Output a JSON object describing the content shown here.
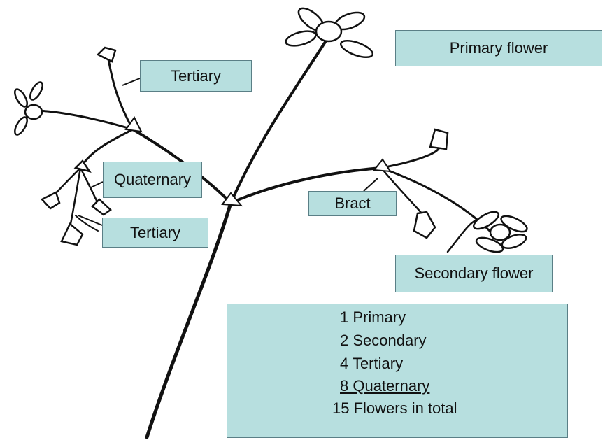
{
  "labels": {
    "primary_flower": "Primary flower",
    "tertiary_top": "Tertiary",
    "quaternary": "Quaternary",
    "tertiary_bottom": "Tertiary",
    "bract": "Bract",
    "secondary_flower": "Secondary flower"
  },
  "summary": {
    "lines": [
      "1 Primary",
      "2 Secondary",
      "4 Tertiary",
      "8 Quaternary",
      "15 Flowers in total"
    ]
  }
}
